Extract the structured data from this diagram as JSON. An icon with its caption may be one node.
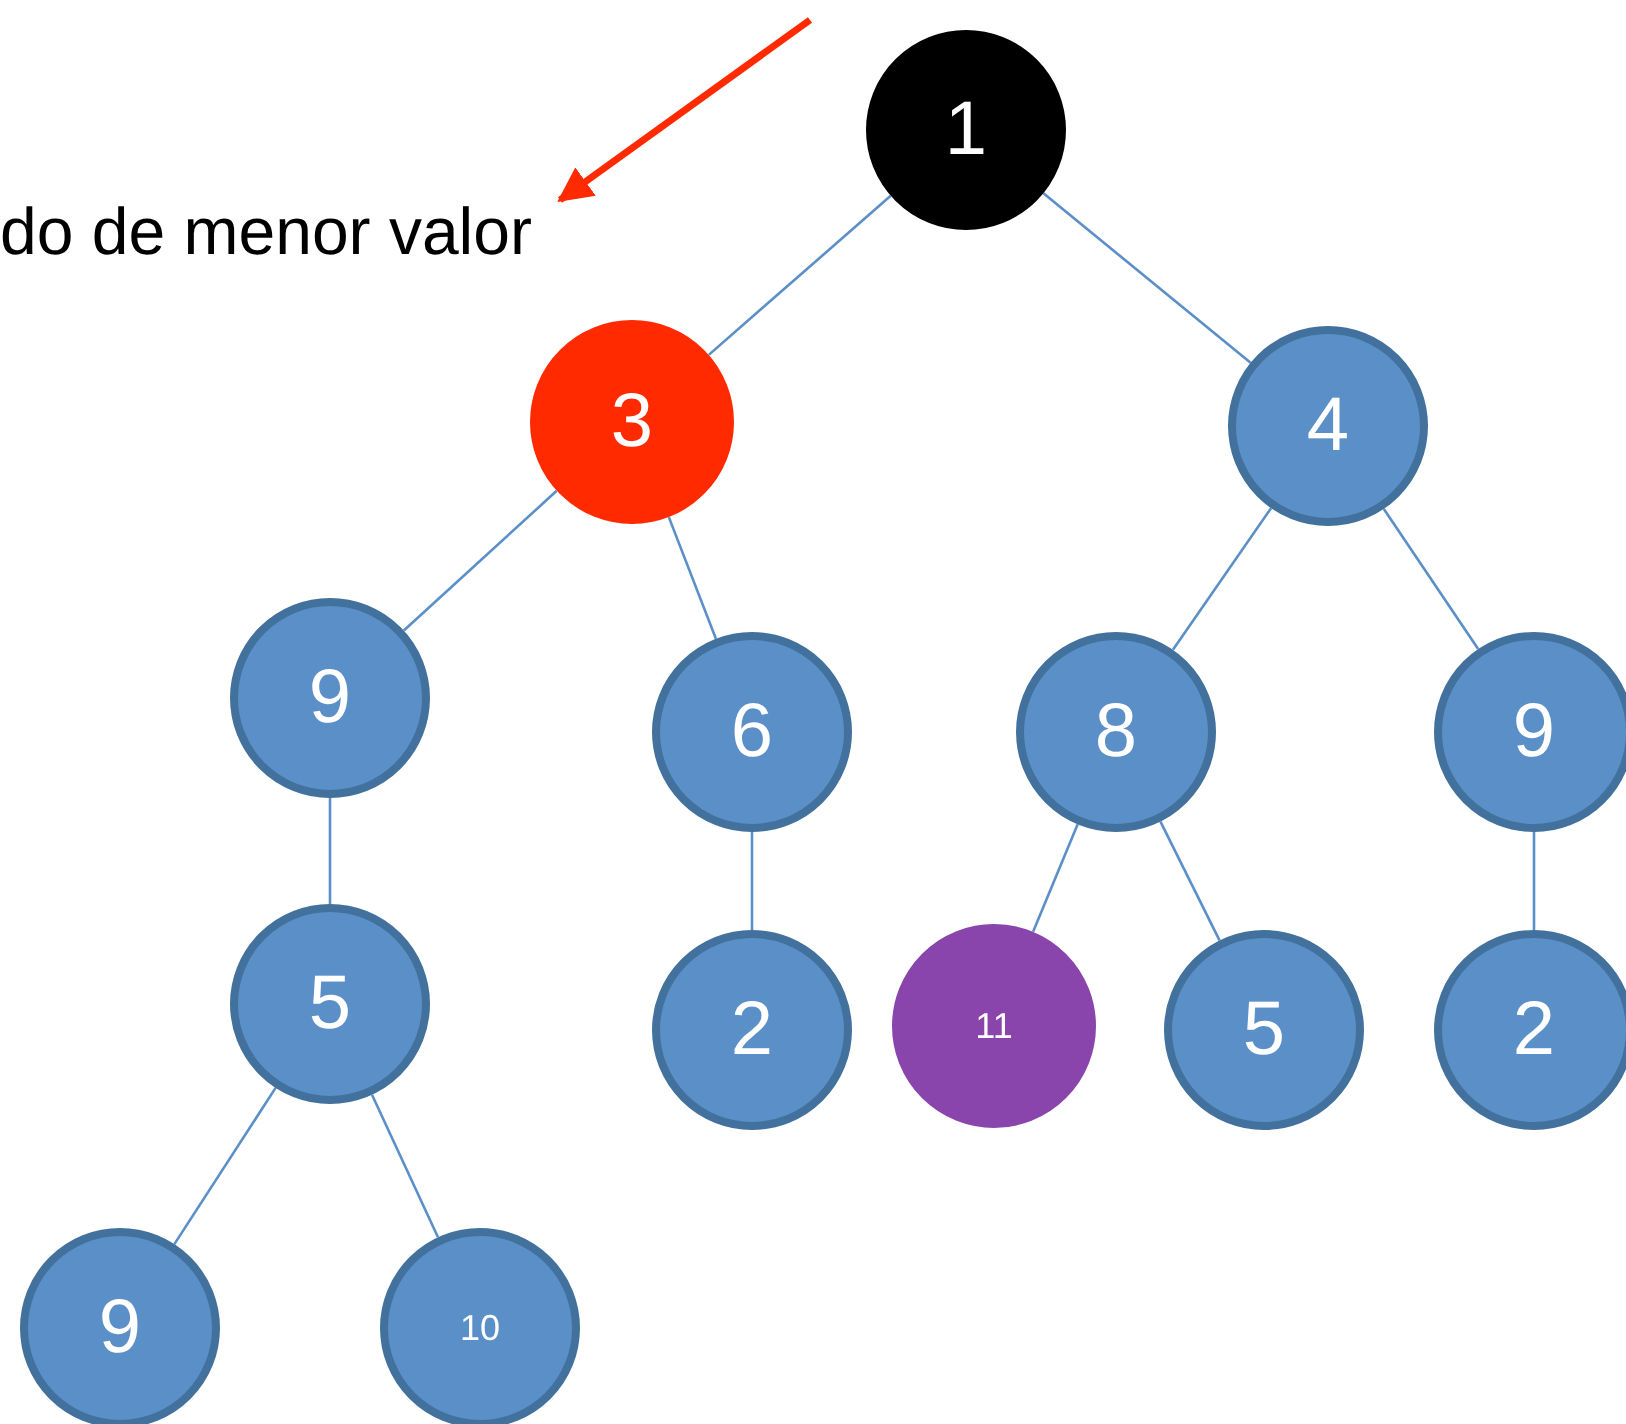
{
  "diagram": {
    "nodes": [
      {
        "text": [
          "1"
        ]
      },
      {
        "text": [
          "do de menor valor"
        ]
      },
      {
        "text": [
          "3"
        ]
      },
      {
        "text": [
          "4"
        ]
      },
      {
        "text": [
          "9"
        ]
      },
      {
        "text": [
          "6"
        ]
      },
      {
        "text": [
          "8"
        ]
      },
      {
        "text": [
          "9"
        ]
      },
      {
        "text": [
          "5"
        ]
      },
      {
        "text": [
          "2"
        ]
      },
      {
        "text": [
          "11"
        ]
      },
      {
        "text": [
          "5"
        ]
      },
      {
        "text": [
          "2"
        ]
      },
      {
        "text": [
          "9"
        ]
      },
      {
        "text": [
          "10"
        ]
      }
    ],
    "edges": [
      {
        "from": null,
        "to": 1,
        "arrow": "to",
        "style": "thick",
        "color": "#ff2a00"
      },
      {
        "from": 0,
        "to": 2,
        "arrow": "none"
      },
      {
        "from": 0,
        "to": 3,
        "arrow": "none"
      },
      {
        "from": 2,
        "to": 4,
        "arrow": "none"
      },
      {
        "from": 2,
        "to": 5,
        "arrow": "none"
      },
      {
        "from": 3,
        "to": 6,
        "arrow": "none"
      },
      {
        "from": 3,
        "to": 7,
        "arrow": "none"
      },
      {
        "from": 4,
        "to": 8,
        "arrow": "none"
      },
      {
        "from": 5,
        "to": 9,
        "arrow": "none"
      },
      {
        "from": 6,
        "to": 10,
        "arrow": "none"
      },
      {
        "from": 6,
        "to": 11,
        "arrow": "none"
      },
      {
        "from": 7,
        "to": 12,
        "arrow": "none"
      },
      {
        "from": 8,
        "to": 13,
        "arrow": "none"
      },
      {
        "from": 8,
        "to": 14,
        "arrow": "none"
      }
    ]
  }
}
